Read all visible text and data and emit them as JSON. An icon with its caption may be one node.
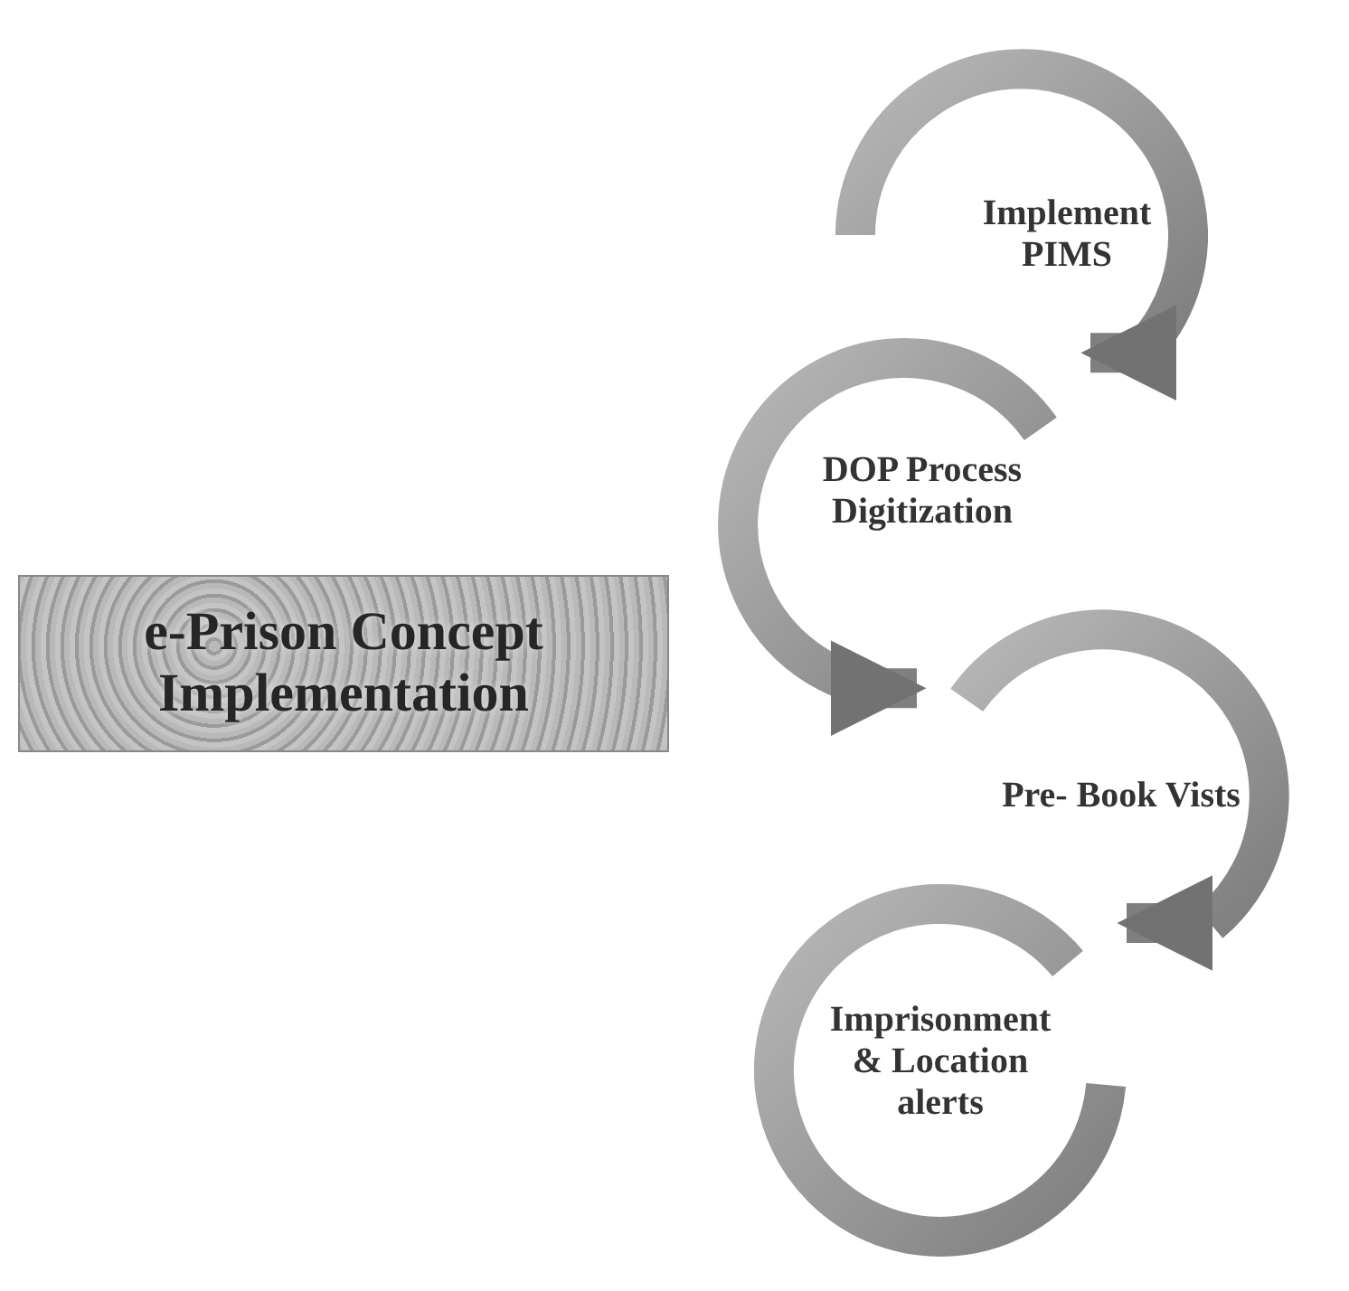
{
  "diagram": {
    "nodes": [
      {
        "text": [
          "e-Prison Concept Implementation"
        ]
      },
      {
        "text": [
          "Implement PIMS"
        ]
      },
      {
        "text": [
          "DOP Process Digitization"
        ]
      },
      {
        "text": [
          "Pre- Book Vists"
        ]
      },
      {
        "text": [
          "Imprisonment & Location alerts"
        ]
      }
    ],
    "edges": [
      {
        "from": 1,
        "to": 2,
        "arrow": "to"
      },
      {
        "from": 2,
        "to": 3,
        "arrow": "to"
      },
      {
        "from": 3,
        "to": 4,
        "arrow": "to"
      }
    ]
  }
}
